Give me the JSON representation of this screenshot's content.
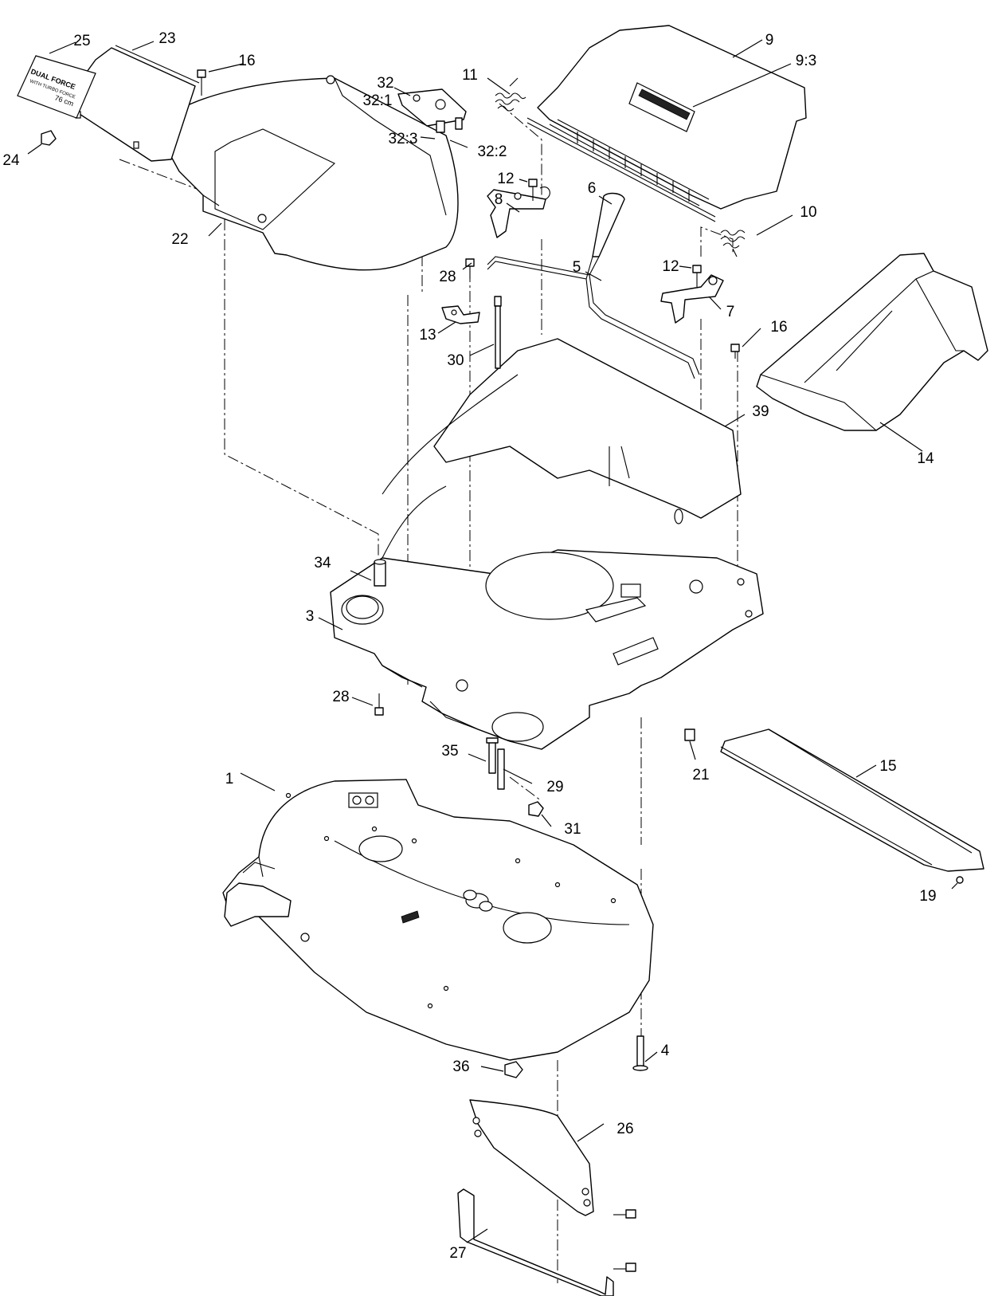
{
  "callouts": [
    {
      "id": "c1",
      "text": "1"
    },
    {
      "id": "c3",
      "text": "3"
    },
    {
      "id": "c4",
      "text": "4"
    },
    {
      "id": "c5",
      "text": "5"
    },
    {
      "id": "c6",
      "text": "6"
    },
    {
      "id": "c7",
      "text": "7"
    },
    {
      "id": "c8",
      "text": "8"
    },
    {
      "id": "c9",
      "text": "9"
    },
    {
      "id": "c9_3",
      "text": "9:3"
    },
    {
      "id": "c10",
      "text": "10"
    },
    {
      "id": "c11",
      "text": "11"
    },
    {
      "id": "c12a",
      "text": "12"
    },
    {
      "id": "c12b",
      "text": "12"
    },
    {
      "id": "c13",
      "text": "13"
    },
    {
      "id": "c14",
      "text": "14"
    },
    {
      "id": "c15",
      "text": "15"
    },
    {
      "id": "c16a",
      "text": "16"
    },
    {
      "id": "c16b",
      "text": "16"
    },
    {
      "id": "c19",
      "text": "19"
    },
    {
      "id": "c21",
      "text": "21"
    },
    {
      "id": "c22",
      "text": "22"
    },
    {
      "id": "c23",
      "text": "23"
    },
    {
      "id": "c24",
      "text": "24"
    },
    {
      "id": "c25",
      "text": "25"
    },
    {
      "id": "c26",
      "text": "26"
    },
    {
      "id": "c27",
      "text": "27"
    },
    {
      "id": "c28a",
      "text": "28"
    },
    {
      "id": "c28b",
      "text": "28"
    },
    {
      "id": "c29",
      "text": "29"
    },
    {
      "id": "c30",
      "text": "30"
    },
    {
      "id": "c31",
      "text": "31"
    },
    {
      "id": "c32",
      "text": "32"
    },
    {
      "id": "c32_1",
      "text": "32:1"
    },
    {
      "id": "c32_2",
      "text": "32:2"
    },
    {
      "id": "c32_3",
      "text": "32:3"
    },
    {
      "id": "c34",
      "text": "34"
    },
    {
      "id": "c35",
      "text": "35"
    },
    {
      "id": "c36",
      "text": "36"
    },
    {
      "id": "c39",
      "text": "39"
    }
  ],
  "decals": {
    "logo_line1": "DUAL FORCE",
    "logo_line2": "WITH TURBO FORCE",
    "logo_size": "76 cm"
  }
}
